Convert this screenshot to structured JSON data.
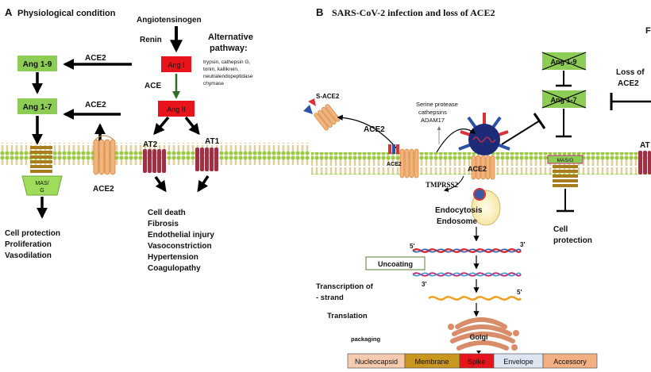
{
  "panel_a": {
    "letter": "A",
    "title": "Physiological condition",
    "angiotensinogen": "Angiotensinogen",
    "renin": "Renin",
    "alt_title_1": "Alternative",
    "alt_title_2": "pathway:",
    "alt_enzymes": [
      "trypsin, cathepsin G,",
      "tonin, kallikrein,",
      "neutralendopeptidase",
      "chymase"
    ],
    "ang1": "Ang I",
    "ace": "ACE",
    "ang2": "Ang II",
    "ang19": "Ang 1-9",
    "ang17": "Ang 1-7",
    "ace2_top": "ACE2",
    "ace2_mid": "ACE2",
    "ace2_membrane": "ACE2",
    "at2": "AT2",
    "at1": "AT1",
    "mas_1": "MAS/",
    "mas_2": "G",
    "outcomes_left": [
      "Cell protection",
      "Proliferation",
      "Vasodilation"
    ],
    "outcomes_right": [
      "Cell death",
      "Fibrosis",
      "Endothelial injury",
      "Vasoconstriction",
      "Hypertension",
      "Coagulopathy"
    ]
  },
  "panel_b": {
    "letter": "B",
    "title": "SARS-CoV-2 infection and loss of ACE2",
    "s_ace2": "S-ACE2",
    "ace2_shed": "ACE2",
    "ace2_left": "ACE2",
    "ace2_virus": "ACE2",
    "serine_protease": [
      "Serine protease",
      "cathepsins",
      "ADAM17"
    ],
    "tmprss2": "TMPRSS2",
    "endocytosis": [
      "Endocytosis",
      "Endosome"
    ],
    "ang19": "Ang 1-9",
    "ang17": "Ang 1-7",
    "loss_of_ace2": [
      "Loss of",
      "ACE2"
    ],
    "mas": "MAS/G",
    "cell_protection": [
      "Cell",
      "protection"
    ],
    "five_prime_1": "5'",
    "three_prime_1": "3'",
    "uncoating": "Uncoating",
    "transcription": [
      "Transcription of",
      "- strand"
    ],
    "three_prime_2": "3'",
    "five_prime_2": "5'",
    "translation": "Translation",
    "packaging": "packaging",
    "golgi": "Golgi",
    "cutoff_right_top": "F",
    "cutoff_right_mid": "AT",
    "proteins": [
      {
        "label": "Nucleocapsid",
        "color": "#f7cbb0"
      },
      {
        "label": "Membrane",
        "color": "#c9961f"
      },
      {
        "label": "Spike",
        "color": "#e8141c"
      },
      {
        "label": "Envelope",
        "color": "#dbe6f2"
      },
      {
        "label": "Accessory",
        "color": "#f3b183"
      }
    ]
  },
  "colors": {
    "ang_box_green": "#8dcc55",
    "ang_box_red": "#e8141c",
    "membrane_green": "#9cc842",
    "receptor_orange": "#f3b37b",
    "receptor_maroon": "#9b3344"
  }
}
